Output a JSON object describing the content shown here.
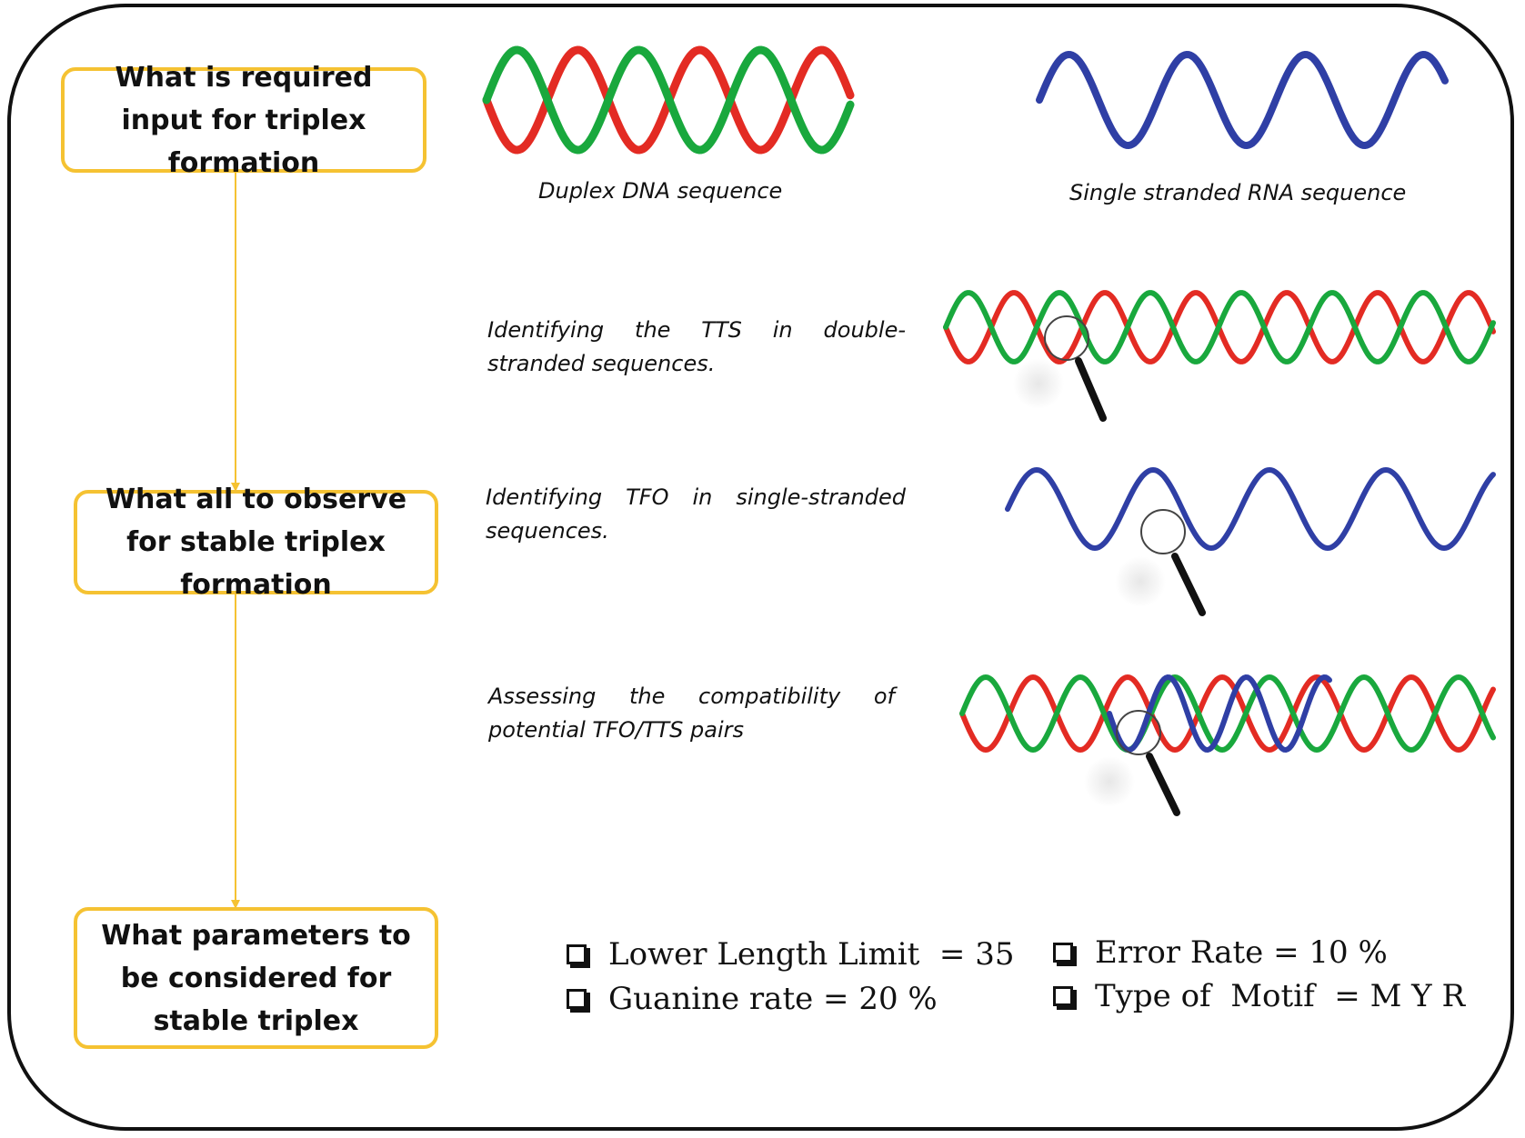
{
  "questions": {
    "q1": "What is required input for triplex formation",
    "q2": "What all to observe for stable triplex formation",
    "q3": "What parameters to be considered for stable triplex"
  },
  "inputs": {
    "duplex_caption": "Duplex DNA sequence",
    "rna_caption": "Single stranded RNA sequence"
  },
  "steps": {
    "s1": "Identifying the TTS in double-stranded sequences.",
    "s2": "Identifying TFO in single-stranded sequences.",
    "s3": "Assessing the compatibility of potential TFO/TTS pairs"
  },
  "parameters": {
    "p1": "Lower Length Limit  = 35",
    "p2": "Guanine rate = 20 %",
    "p3": "Error Rate = 10 %",
    "p4": "Type of  Motif  = M Y R"
  },
  "colors": {
    "box_border": "#f5c232",
    "arrow": "#f5c232",
    "strand_red": "#e32b23",
    "strand_green": "#19a83d",
    "strand_blue": "#2f3fa5"
  },
  "icons": {
    "magnifier": "magnifier-icon",
    "checkbox": "checkbox-icon"
  }
}
